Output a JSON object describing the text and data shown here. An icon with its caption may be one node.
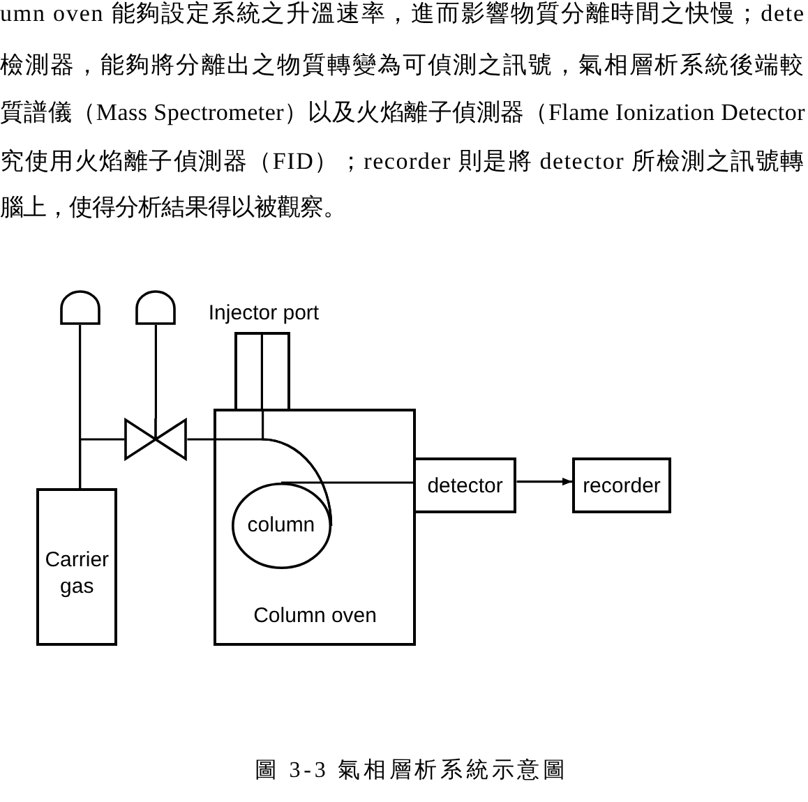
{
  "diagram": {
    "caption": "圖 3-3 氣相層析系統示意圖",
    "nodes": [
      {
        "text": [],
        "shape": "dome"
      },
      {
        "text": [],
        "shape": "dome"
      },
      {
        "text": [
          "Injector port"
        ]
      },
      {
        "text": [
          "Column oven"
        ]
      },
      {
        "text": [
          "column"
        ],
        "in": 3
      },
      {
        "text": [],
        "shape": "valve"
      },
      {
        "text": [
          "detector"
        ]
      },
      {
        "text": [
          "recorder"
        ]
      },
      {
        "text": [
          "Carrier gas"
        ]
      }
    ],
    "edges": [
      {
        "from": 8,
        "to": 0,
        "arrow": "none"
      },
      {
        "from": 8,
        "to": 5,
        "arrow": "none"
      },
      {
        "from": 1,
        "to": 5,
        "arrow": "none"
      },
      {
        "from": 5,
        "to": 4,
        "arrow": "none"
      },
      {
        "from": 2,
        "to": 4,
        "arrow": "none"
      },
      {
        "from": 4,
        "to": 6,
        "arrow": "none"
      },
      {
        "from": 6,
        "to": 7,
        "arrow": "to"
      }
    ],
    "labels": [
      "umn oven 能夠設定系統之升溫速率，進而影響物質分離時間之快慢；dete",
      "檢測器，能夠將分離出之物質轉變為可偵測之訊號，氣相層析系統後端較",
      "質譜儀（Mass Spectrometer）以及火焰離子偵測器（Flame Ionization Detector",
      "究使用火焰離子偵測器（FID）；recorder 則是將 detector 所檢測之訊號轉",
      "腦上，使得分析結果得以被觀察。"
    ]
  }
}
